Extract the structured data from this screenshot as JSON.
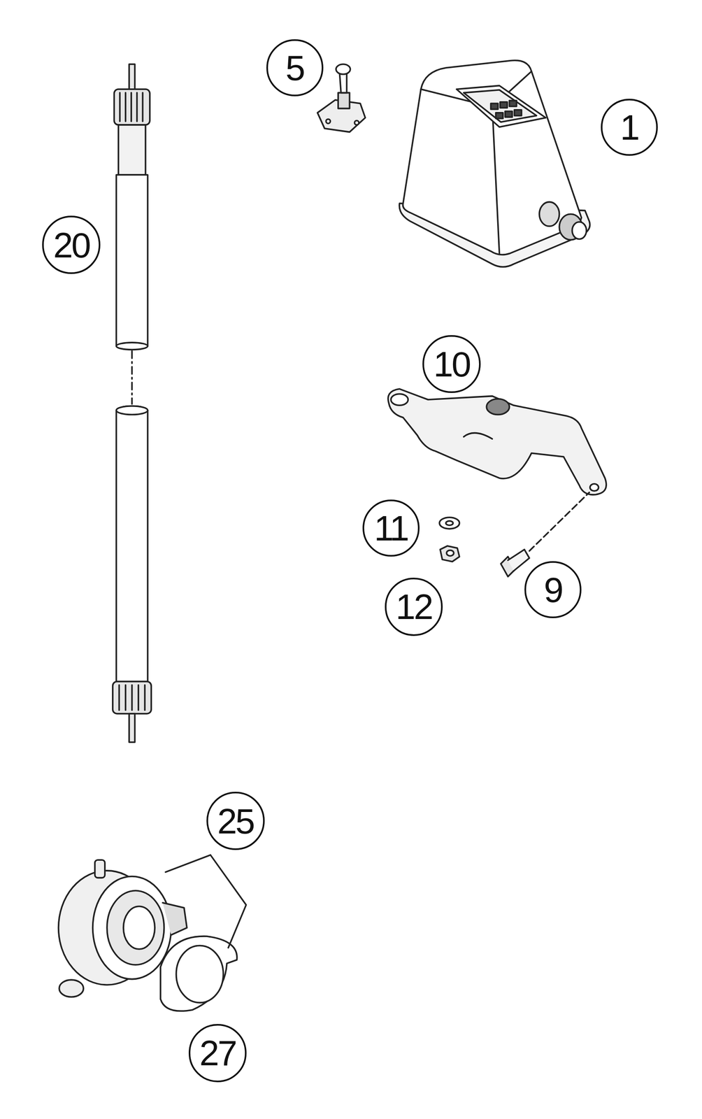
{
  "diagram": {
    "nodes": [
      {
        "text": [
          "5"
        ]
      },
      {
        "text": [
          "1"
        ]
      },
      {
        "text": [
          "20"
        ]
      },
      {
        "text": [
          "10"
        ]
      },
      {
        "text": [
          "11"
        ]
      },
      {
        "text": [
          "9"
        ]
      },
      {
        "text": [
          "12"
        ]
      },
      {
        "text": [
          "25"
        ]
      },
      {
        "text": [
          "27"
        ]
      }
    ]
  }
}
